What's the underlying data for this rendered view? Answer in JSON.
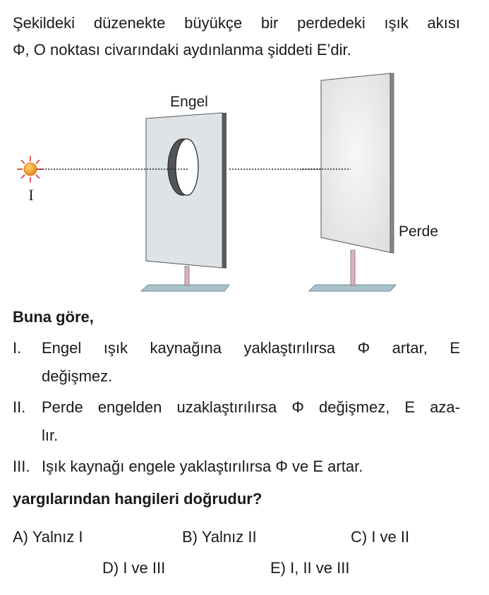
{
  "stem": {
    "line1": "Şekildeki düzenekte büyükçe bir perdedeki ışık akısı",
    "line2": "Φ, O noktası civarındaki aydınlanma şiddeti E’dir."
  },
  "diagram": {
    "source_label": "I",
    "obstacle_label": "Engel",
    "screen_label": "Perde"
  },
  "lead": "Buna göre,",
  "statements": [
    {
      "num": "I.",
      "line1": "Engel ışık kaynağına yaklaştırılırsa Φ artar, E",
      "line2": "değişmez."
    },
    {
      "num": "II.",
      "line1": "Perde engelden uzaklaştırılırsa Φ değişmez, E aza-",
      "line2": "lır."
    },
    {
      "num": "III.",
      "line1": "Işık kaynağı engele yaklaştırılırsa Φ ve E artar.",
      "line2": ""
    }
  ],
  "question": "yargılarından hangileri doğrudur?",
  "options": [
    "A) Yalnız I",
    "B) Yalnız II",
    "C) I ve II",
    "D) I ve III",
    "E) I, II ve III"
  ]
}
